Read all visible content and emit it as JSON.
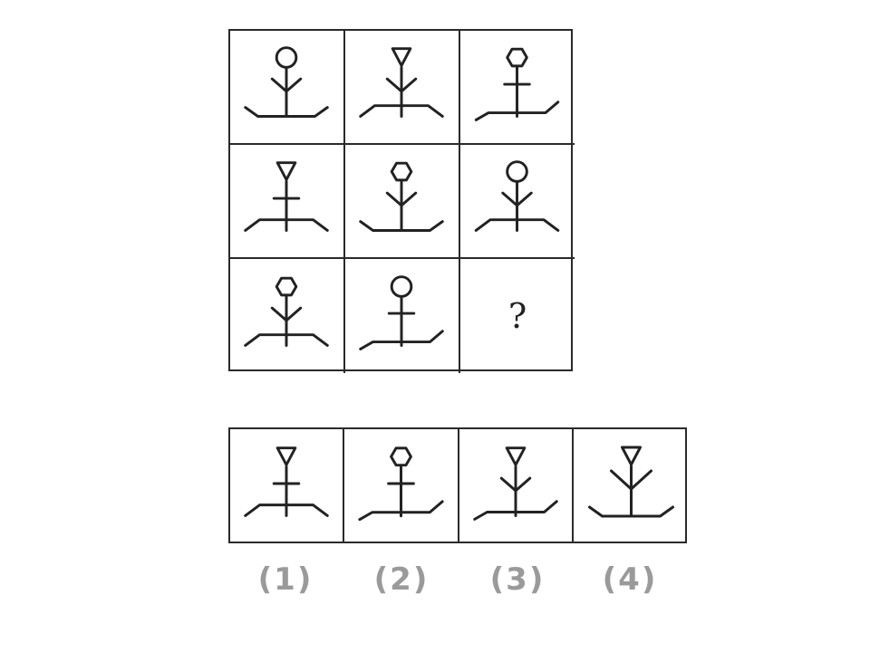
{
  "puzzle": {
    "question_mark": "?",
    "grid": [
      {
        "head": "circle",
        "arms": "v",
        "base": "bowl"
      },
      {
        "head": "triangle",
        "arms": "v",
        "base": "hat"
      },
      {
        "head": "hexagon",
        "arms": "bar",
        "base": "ramp"
      },
      {
        "head": "triangle",
        "arms": "bar",
        "base": "hat"
      },
      {
        "head": "hexagon",
        "arms": "v",
        "base": "bowl"
      },
      {
        "head": "circle",
        "arms": "v",
        "base": "hat"
      },
      {
        "head": "hexagon",
        "arms": "v",
        "base": "hat"
      },
      {
        "head": "circle",
        "arms": "bar",
        "base": "ramp"
      },
      null
    ],
    "options": [
      {
        "label": "(1)",
        "head": "triangle",
        "arms": "bar",
        "base": "hat"
      },
      {
        "label": "(2)",
        "head": "hexagon",
        "arms": "bar",
        "base": "ramp"
      },
      {
        "label": "(3)",
        "head": "triangle",
        "arms": "v",
        "base": "ramp"
      },
      {
        "label": "(4)",
        "head": "triangle",
        "arms": "y",
        "base": "bowl"
      }
    ]
  }
}
